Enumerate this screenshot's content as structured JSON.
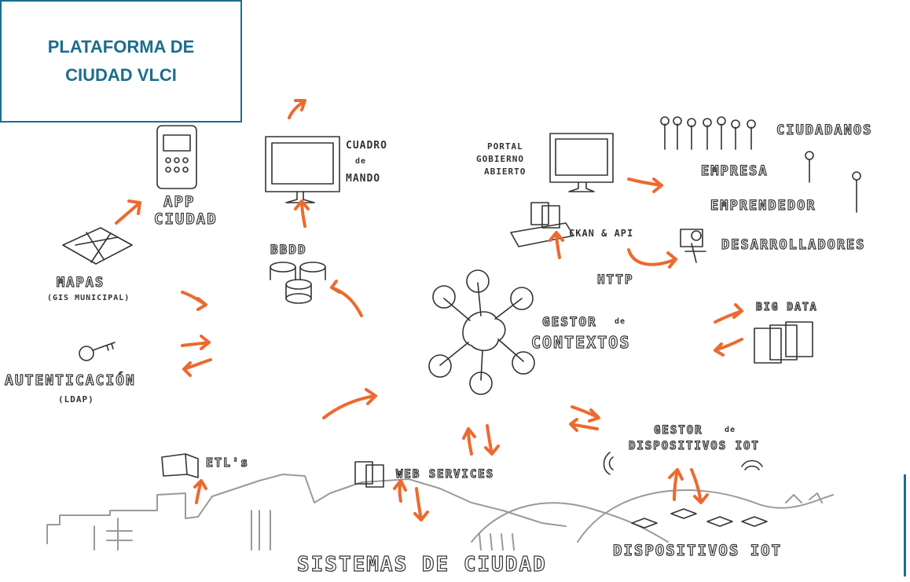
{
  "title": "PLATAFORMA DE CIUDAD VLCI",
  "center": {
    "line1": "GESTOR",
    "connector": "de",
    "line2": "CONTEXTOS"
  },
  "nodes": {
    "app": {
      "line1": "APP",
      "line2": "CIUDAD"
    },
    "cuadro": {
      "line1": "CUADRO",
      "connector": "de",
      "line2": "MANDO"
    },
    "portal": {
      "line1": "PORTAL",
      "line2": "GOBIERNO",
      "line3": "ABIERTO"
    },
    "ciudadanos": "CIUDADANOS",
    "empresa": "EMPRESA",
    "emprendedor": "EMPRENDEDOR",
    "ckan": "CKAN & API",
    "http": "HTTP",
    "desarrolladores": "DESARROLLADORES",
    "bbdd": "BBDD",
    "mapas": {
      "line1": "MAPAS",
      "line2": "(GIS MUNICIPAL)"
    },
    "autenticacion": {
      "line1": "AUTENTICACIÓN",
      "line2": "(LDAP)"
    },
    "bigdata": "BIG DATA",
    "etl": "ETL's",
    "webservices": "WEB SERVICES",
    "gestor_iot": {
      "line1": "GESTOR",
      "connector": "de",
      "line2": "DISPOSITIVOS IOT"
    },
    "dispositivos": "DISPOSITIVOS IOT",
    "sistemas": "SISTEMAS DE CIUDAD"
  },
  "colors": {
    "title": "#1b6d8e",
    "arrows": "#ec6a2f",
    "ink": "#333333",
    "skyline": "#9a9a9a"
  }
}
